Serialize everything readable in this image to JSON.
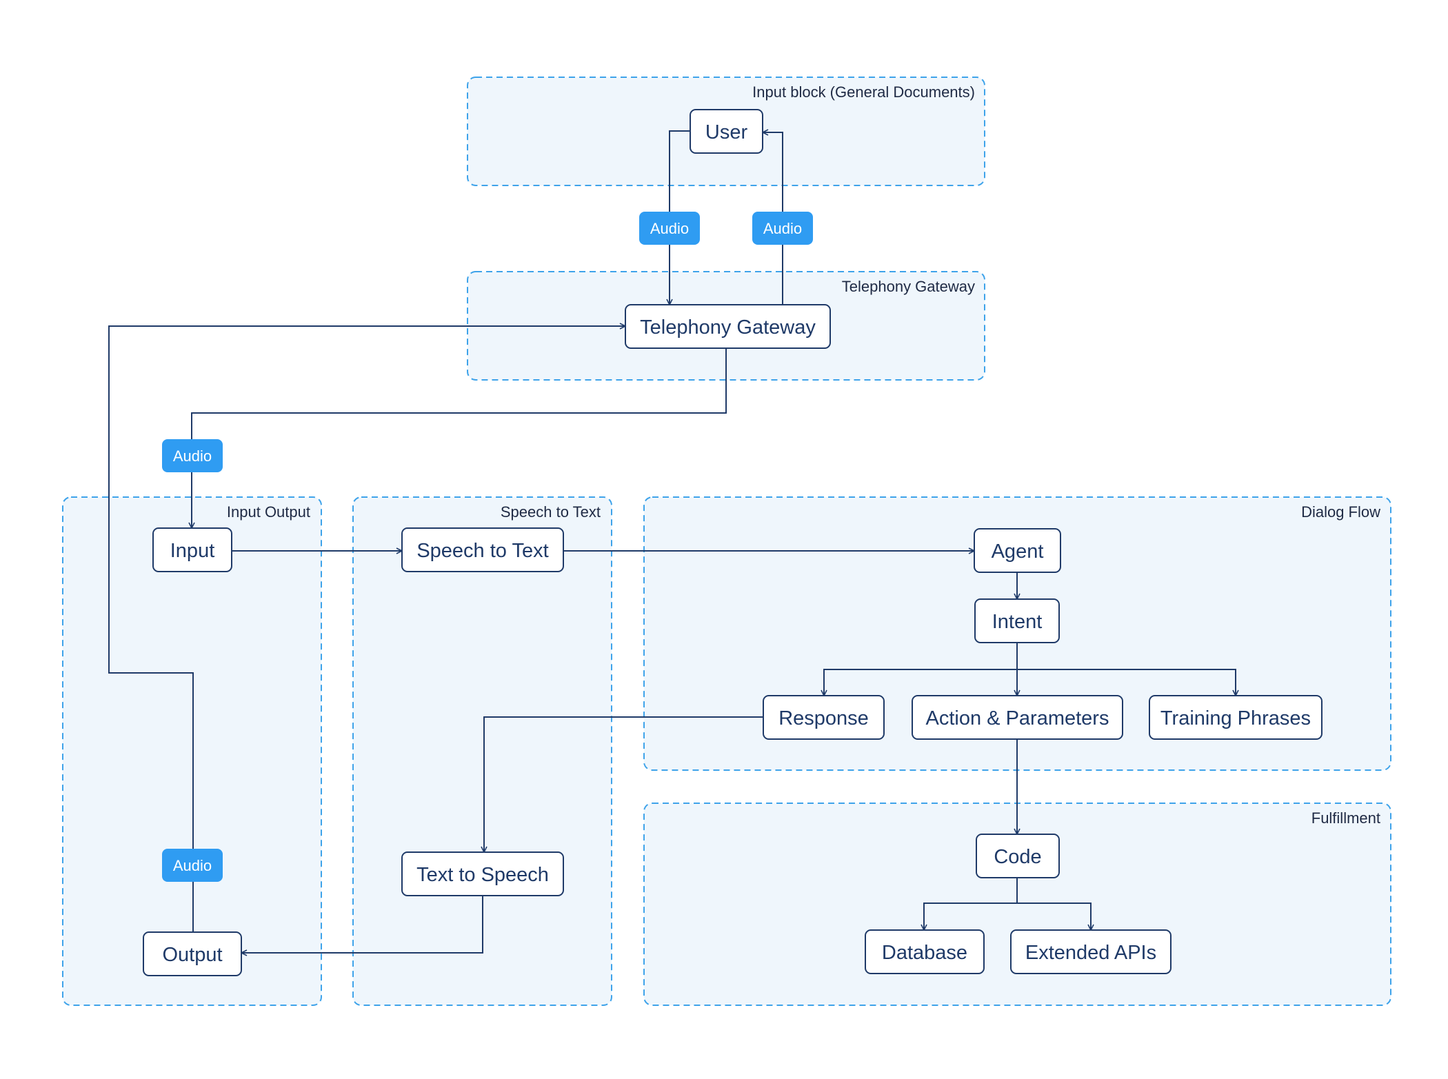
{
  "groups": {
    "input_block": "Input block (General Documents)",
    "telephony_gateway": "Telephony Gateway",
    "input_output": "Input Output",
    "speech_to_text": "Speech to Text",
    "dialog_flow": "Dialog Flow",
    "fulfillment": "Fulfillment"
  },
  "nodes": {
    "user": "User",
    "telephony_gateway": "Telephony Gateway",
    "input": "Input",
    "speech_to_text": "Speech to Text",
    "agent": "Agent",
    "intent": "Intent",
    "response": "Response",
    "action_parameters": "Action & Parameters",
    "training_phrases": "Training Phrases",
    "text_to_speech": "Text to Speech",
    "output": "Output",
    "code": "Code",
    "database": "Database",
    "extended_apis": "Extended APIs"
  },
  "badges": {
    "user_to_gateway": "Audio",
    "gateway_to_user": "Audio",
    "gateway_to_input": "Audio",
    "output_to_gateway": "Audio"
  },
  "edges": [
    {
      "from": "User",
      "to": "Telephony Gateway"
    },
    {
      "from": "Telephony Gateway",
      "to": "User"
    },
    {
      "from": "Telephony Gateway",
      "to": "Input"
    },
    {
      "from": "Output",
      "to": "Telephony Gateway"
    },
    {
      "from": "Input",
      "to": "Speech to Text"
    },
    {
      "from": "Speech to Text",
      "to": "Agent"
    },
    {
      "from": "Agent",
      "to": "Intent"
    },
    {
      "from": "Intent",
      "to": "Response"
    },
    {
      "from": "Intent",
      "to": "Action & Parameters"
    },
    {
      "from": "Intent",
      "to": "Training Phrases"
    },
    {
      "from": "Response",
      "to": "Text to Speech"
    },
    {
      "from": "Text to Speech",
      "to": "Output"
    },
    {
      "from": "Action & Parameters",
      "to": "Code"
    },
    {
      "from": "Code",
      "to": "Database"
    },
    {
      "from": "Code",
      "to": "Extended APIs"
    }
  ],
  "colors": {
    "group_fill": "#eff6fc",
    "group_border": "#3ea3ea",
    "node_border": "#1f3a68",
    "badge": "#2f9cf2"
  }
}
